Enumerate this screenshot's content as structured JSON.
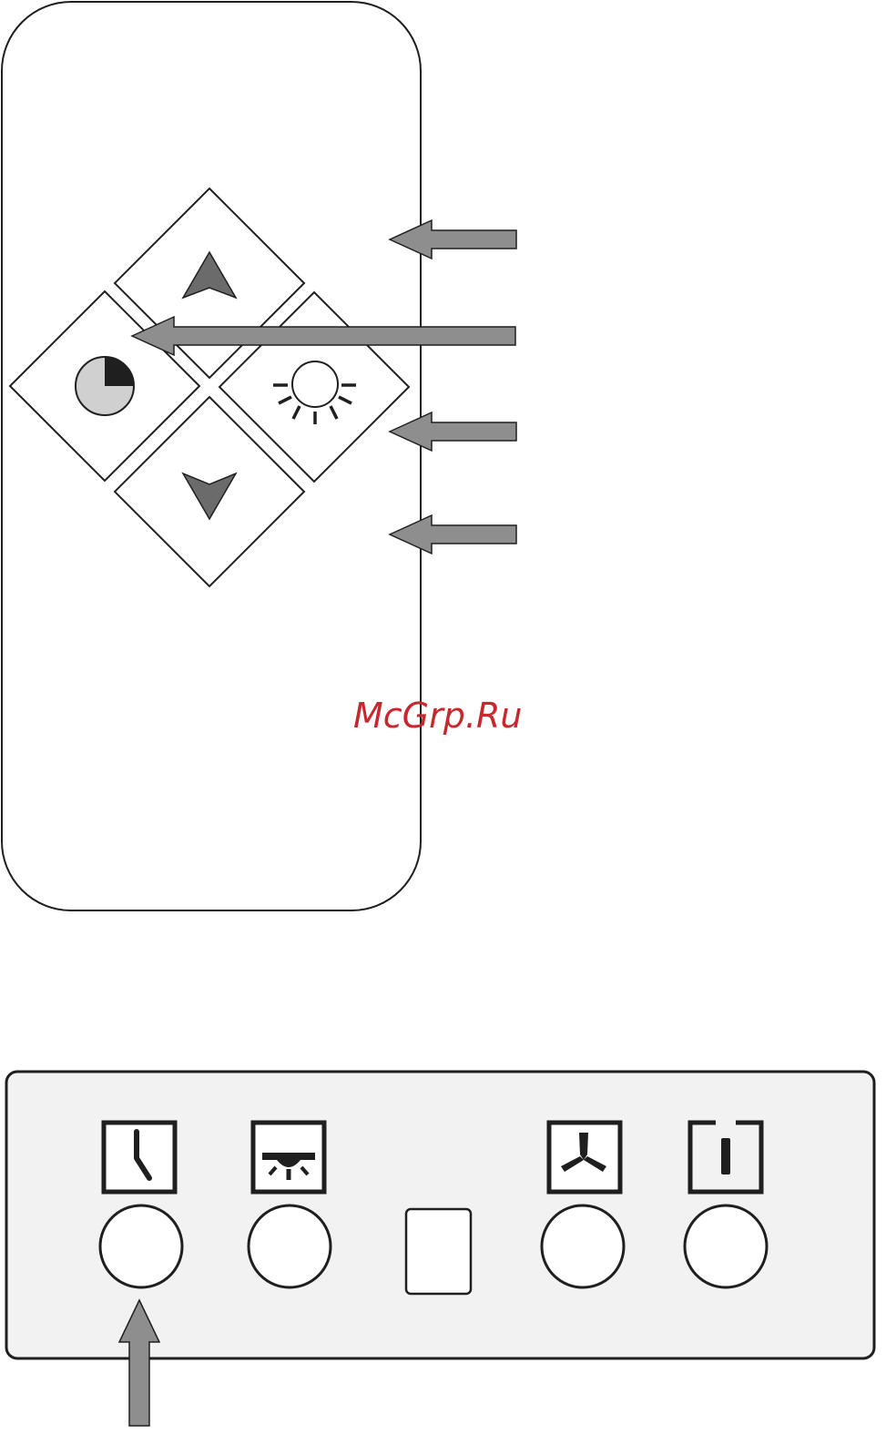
{
  "watermark": {
    "text": "McGrp.Ru",
    "color": "#c8272d"
  },
  "colors": {
    "outline": "#1f1f1f",
    "arrow_fill": "#8e8e8e",
    "button_arrow_fill": "#6b6b6b",
    "timer_disc_fill": "#d0d0d0",
    "timer_quarter_fill": "#1f1f1f",
    "panel_fill": "#f2f2f2"
  },
  "remote": {
    "buttons": [
      {
        "name": "up",
        "icon": "up-triangle-icon"
      },
      {
        "name": "timer",
        "icon": "timer-pie-icon"
      },
      {
        "name": "light",
        "icon": "sun-icon"
      },
      {
        "name": "down",
        "icon": "down-triangle-icon"
      }
    ]
  },
  "control_panel": {
    "controls": [
      {
        "name": "timer",
        "icon": "clock-icon",
        "has_button": true
      },
      {
        "name": "light",
        "icon": "lamp-icon",
        "has_button": true
      },
      {
        "name": "display",
        "icon": "",
        "has_button": false
      },
      {
        "name": "fan",
        "icon": "fan-icon",
        "has_button": true
      },
      {
        "name": "power",
        "icon": "power-icon",
        "has_button": true
      }
    ]
  }
}
